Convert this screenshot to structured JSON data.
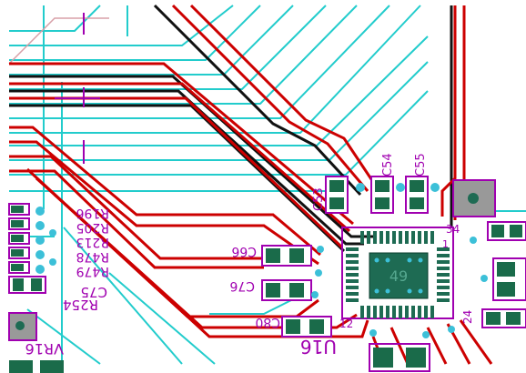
{
  "view": {
    "title": ""
  },
  "colors": {
    "background": "#ffffff",
    "top_trace": "#cc0000",
    "inner_trace": "#111111",
    "cyan_trace": "#22cccc",
    "silkscreen": "#a000b0",
    "pad": "#1a6b4a",
    "via": "#3cc0d8",
    "chip_body": "#1e6b53"
  },
  "component_labels": {
    "r196": "R196",
    "r205": "R205",
    "r213": "R213",
    "r478": "R478",
    "r479": "R479",
    "c75": "C75",
    "r254": "R254",
    "vr16": "VR16",
    "c53": "C53",
    "c54": "C54",
    "c55": "C55",
    "c66": "C66",
    "c76": "C76",
    "c80": "C80",
    "u16": "U16",
    "pin12": "12",
    "pin24": "24",
    "pin34": "34",
    "pin1": "1",
    "chip_marking": "49"
  }
}
